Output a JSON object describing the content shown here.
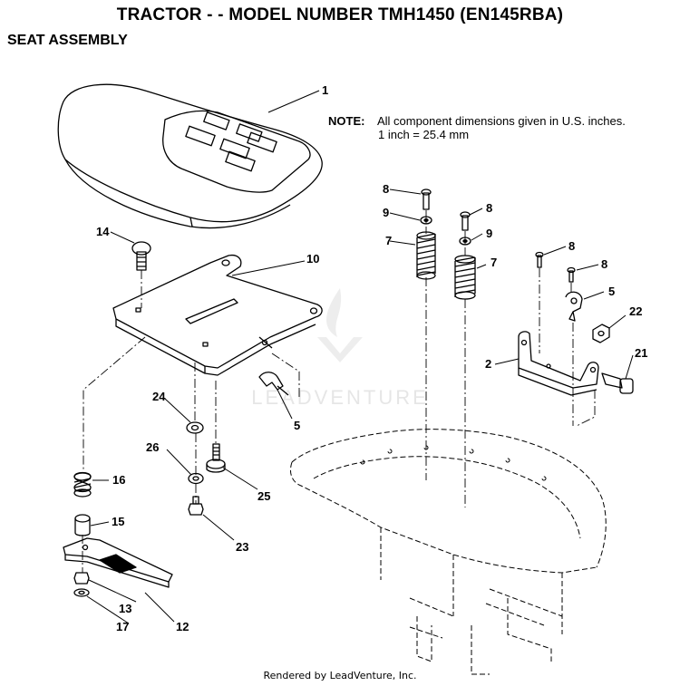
{
  "title": "TRACTOR - - MODEL NUMBER TMH1450 (EN145RBA)",
  "section": "SEAT ASSEMBLY",
  "note": {
    "label": "NOTE:",
    "line1": "All component dimensions given in U.S. inches.",
    "line2": "1 inch = 25.4 mm"
  },
  "watermark": "LEADVENTURE",
  "footer": "Rendered by LeadVenture, Inc.",
  "callouts": {
    "c1": "1",
    "c14": "14",
    "c10": "10",
    "c5a": "5",
    "c24": "24",
    "c26": "26",
    "c25": "25",
    "c16": "16",
    "c15": "15",
    "c23": "23",
    "c13": "13",
    "c17": "17",
    "c12": "12",
    "c8a": "8",
    "c9a": "9",
    "c7a": "7",
    "c8b": "8",
    "c9b": "9",
    "c7b": "7",
    "c8c": "8",
    "c8d": "8",
    "c5b": "5",
    "c22": "22",
    "c2": "2",
    "c21": "21"
  }
}
